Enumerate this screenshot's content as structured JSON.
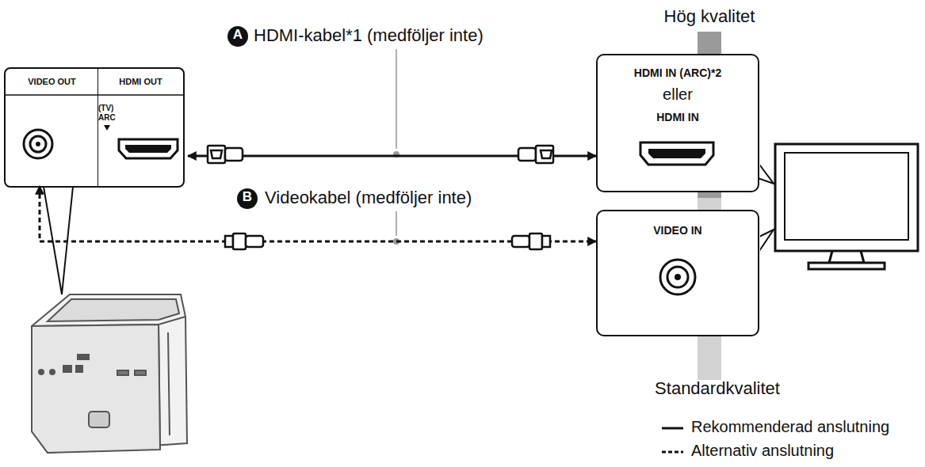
{
  "diagram": {
    "nodes": [
      {
        "text": []
      },
      {
        "text": [
          "VIDEO OUT"
        ],
        "in": 0
      },
      {
        "text": [
          "HDMI OUT",
          "(TV) ARC"
        ],
        "in": 0
      },
      {
        "text": [
          "HDMI IN (ARC)*2",
          "eller",
          "HDMI IN"
        ]
      },
      {
        "text": [
          "VIDEO IN"
        ]
      }
    ],
    "edges": [
      {
        "from": 2,
        "to": 3,
        "label": "HDMI-kabel*1 (medföljer inte)",
        "arrow": "both"
      },
      {
        "from": 1,
        "to": 4,
        "label": "Videokabel (medföljer inte)",
        "arrow": "both"
      }
    ],
    "labels": [
      "Hög kvalitet",
      "A",
      "B",
      "Standardkvalitet"
    ],
    "legend": [
      {
        "text": "Rekommenderad anslutning"
      },
      {
        "text": "Alternativ anslutning"
      }
    ]
  }
}
